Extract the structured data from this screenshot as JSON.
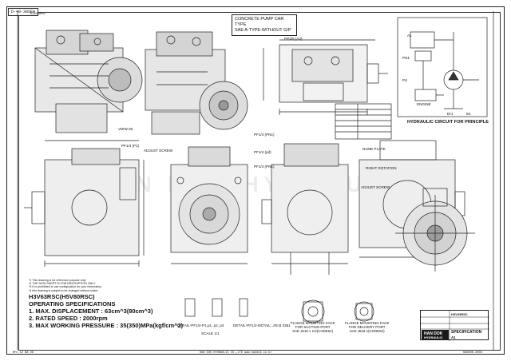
{
  "header": {
    "drawing_code": "D-40-38SEH",
    "sub_code": "H3V63RSC",
    "title_line1": "CONCRETE PUMP CAR TYPE",
    "title_line2": "SAE A-TYPE-WITHOUT G/P"
  },
  "port_labels": {
    "psv_top": "PP3/8 (A3)",
    "view": "VIEW-30",
    "pf14_a": "PF1/4 (P1)",
    "pf14_pn1": "PF1/4 (PN1)",
    "pf14_pb": "PF1/4 (pd)",
    "pf14_pn2": "PF1/4 (PN1)",
    "name_plate": "NAME PLATE",
    "adjust_top": "ADJUST SCREW",
    "adjust_mid": "ADJUST SCREW",
    "rotation": "RIGHT ROTATION"
  },
  "circuit": {
    "title": "HYDRAULIC CIRCUIT FOR PRINCIPLE",
    "engine": "ENGINE",
    "a1": "A1",
    "dr1": "Dr1",
    "b1": "B1",
    "pn1": "PN1",
    "pd": "Pd"
  },
  "notes": [
    "*1 This drawing is for reference purpose only.",
    "*2 THE DATA SHEET IS FOR DESCRIPTION ONLY.",
    "*3 It is prohibited to use configuration for your information,",
    "*4 this drawing is subject to be changed without notice."
  ],
  "spec": {
    "model": "H3V63RSC(H5V80RSC)",
    "heading": "OPERATING SPECIFICATIONS",
    "items": [
      "1. MAX. DISPLACEMENT : 63cm^3(80cm^3)",
      "2. RATED SPEED : 2000rpm",
      "3. MAX WORKING PRESSURE : 35(350)MPa(kgf/cm^2)"
    ]
  },
  "details": {
    "detail_1": "DETAIL-PF1/4-P1,p1, p2, p4",
    "detail_2": "DETAIL-PF1/2-DETAIL: JIS B 2351",
    "flange_suction": [
      "FLANGE MOUNTING FACE",
      "FOR SUCTION PORT",
      "SAE J518 1 1/2(CODE61)"
    ],
    "flange_delivery": [
      "FLANGE MOUNTING FACE",
      "FOR DELIVERY PORT",
      "SAE J518 1(CODE62)"
    ],
    "scale": "SCALE 1/1"
  },
  "title_block": {
    "company": "HAN DOK",
    "company_sub": "HYDRAULIC",
    "spec_label": "SPECIFICATION",
    "dwg_no": "H3V63RSC",
    "rev": "A1"
  },
  "watermark": "HAN DOK HYDRAULIC",
  "footer": {
    "left": "MFG 12 NA 08",
    "center": "HAN DOK HYDRAULIC CO.,LTD www.handok.co.kr",
    "right": "HANDOK-2008"
  }
}
